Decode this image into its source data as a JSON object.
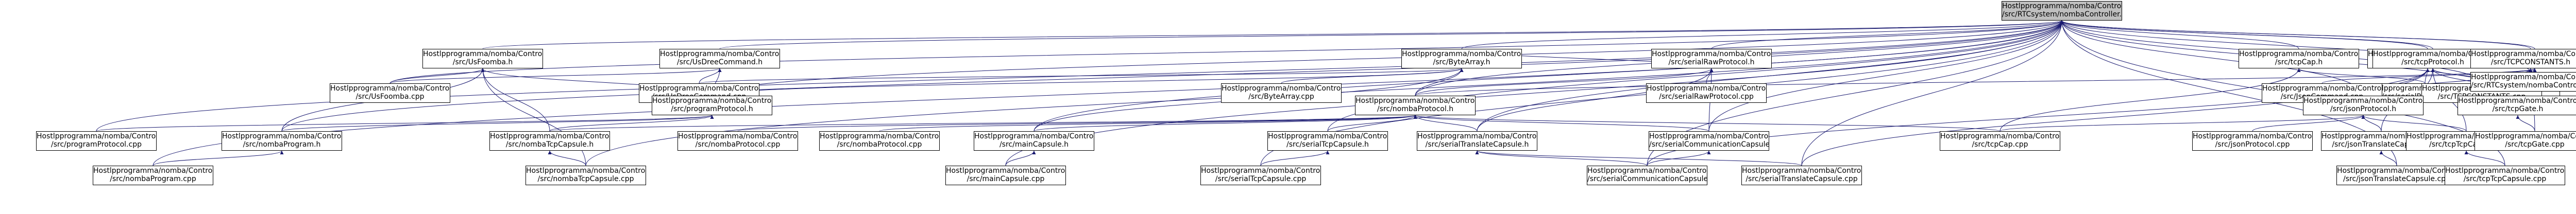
{
  "colors": {
    "edge": "#191970",
    "node_border": "#000000",
    "node_fill": "#ffffff",
    "root_fill": "#bfbfbf"
  },
  "nodes": [
    {
      "id": "root",
      "line1": "Hostlpprogramma/nomba/Controller",
      "line2": "/src/RTCsystem/nombaController.h"
    },
    {
      "id": "usb_h",
      "line1": "Hostlpprogramma/nomba/Controller",
      "line2": "/src/UsFoomba.h"
    },
    {
      "id": "usb_cpp",
      "line1": "Hostlpprogramma/nomba/Controller",
      "line2": "/src/UsFoomba.cpp"
    },
    {
      "id": "uscmd_h",
      "line1": "Hostlpprogramma/nomba/Controller",
      "line2": "/src/UsDreeCommand.h"
    },
    {
      "id": "uscmd_cpp",
      "line1": "Hostlpprogramma/nomba/Controller",
      "line2": "/src/UsDreeCommand.cpp"
    },
    {
      "id": "bytearray_h",
      "line1": "Hostlpprogramma/nomba/Controller",
      "line2": "/src/ByteArray.h"
    },
    {
      "id": "bytearray_cpp",
      "line1": "Hostlpprogramma/nomba/Controller",
      "line2": "/src/ByteArray.cpp"
    },
    {
      "id": "serialraw_h",
      "line1": "Hostlpprogramma/nomba/Controller",
      "line2": "/src/serialRawProtocol.h"
    },
    {
      "id": "serialprop_h",
      "line1": "Hostlpprogramma/nomba/Controller",
      "line2": "/src/serialProperties.h"
    },
    {
      "id": "serialprop_cpp",
      "line1": "Hostlpprogramma/nomba/Controller",
      "line2": "/src/serialProperties.cpp"
    },
    {
      "id": "tcpcap_h",
      "line1": "Hostlpprogramma/nomba/Controller",
      "line2": "/src/tcpCap.h"
    },
    {
      "id": "jsoncmd_h",
      "line1": "Hostlpprogramma/nomba/Controller",
      "line2": "/src/JsonCommand.h"
    },
    {
      "id": "jsoncmd_cpp",
      "line1": "Hostlpprogramma/nomba/Controller",
      "line2": "/src/JsonCommand.cpp"
    },
    {
      "id": "tcpproto_h",
      "line1": "Hostlpprogramma/nomba/Controller",
      "line2": "/src/tcpProtocol.h"
    },
    {
      "id": "tcpproto_cpp",
      "line1": "Hostlpprogramma/nomba/Controller",
      "line2": "/src/tcpProtocol.cpp"
    },
    {
      "id": "tcpconst_h",
      "line1": "Hostlpprogramma/nomba/Controller",
      "line2": "/src/TCPCONSTANTS.h"
    },
    {
      "id": "tcpconst_cpp",
      "line1": "Hostlpprogramma/nomba/Controller",
      "line2": "/src/TCPCONSTANTS.cpp"
    },
    {
      "id": "rtc_cpp",
      "line1": "Hostlpprogramma/nomba/Controller",
      "line2": "/src/RTCsystem/nombaController.cpp"
    },
    {
      "id": "progproto_h",
      "line1": "Hostlpprogramma/nomba/Controller",
      "line2": "/src/programProtocol.h"
    },
    {
      "id": "nombaproto_h",
      "line1": "Hostlpprogramma/nomba/Controller",
      "line2": "/src/nombaProtocol.h"
    },
    {
      "id": "jsonproto_h",
      "line1": "Hostlpprogramma/nomba/Controller",
      "line2": "/src/jsonProtocol.h"
    },
    {
      "id": "tcpgate_h",
      "line1": "Hostlpprogramma/nomba/Controller",
      "line2": "/src/tcpGate.h"
    },
    {
      "id": "progproto_cpp",
      "line1": "Hostlpprogramma/nomba/Controller",
      "line2": "/src/programProtocol.cpp"
    },
    {
      "id": "nombaprog_h",
      "line1": "Hostlpprogramma/nomba/Controller",
      "line2": "/src/nombaProgram.h"
    },
    {
      "id": "nombatcp_h",
      "line1": "Hostlpprogramma/nomba/Controller",
      "line2": "/src/nombaTcpCapsule.h"
    },
    {
      "id": "nombaproto_cpp",
      "line1": "Hostlpprogramma/nomba/Controller",
      "line2": "/src/nombaProtocol.cpp"
    },
    {
      "id": "mainprot_cpp",
      "line1": "Hostlpprogramma/nomba/Controller",
      "line2": "/src/nombaProtocol.cpp"
    },
    {
      "id": "maincap_h",
      "line1": "Hostlpprogramma/nomba/Controller",
      "line2": "/src/mainCapsule.h"
    },
    {
      "id": "serialtcp_h",
      "line1": "Hostlpprogramma/nomba/Controller",
      "line2": "/src/serialTcpCapsule.h"
    },
    {
      "id": "serialtrans_h",
      "line1": "Hostlpprogramma/nomba/Controller",
      "line2": "/src/serialTranslateCapsule.h"
    },
    {
      "id": "serialcomm_h",
      "line1": "Hostlpprogramma/nomba/Controller",
      "line2": "/src/serialCommunicationCapsule.h"
    },
    {
      "id": "serialraw_cpp",
      "line1": "Hostlpprogramma/nomba/Controller",
      "line2": "/src/serialRawProtocol.cpp"
    },
    {
      "id": "tcpcap_cpp",
      "line1": "Hostlpprogramma/nomba/Controller",
      "line2": "/src/tcpCap.cpp"
    },
    {
      "id": "jsonproto_cpp",
      "line1": "Hostlpprogramma/nomba/Controller",
      "line2": "/src/jsonProtocol.cpp"
    },
    {
      "id": "jsontrans_h",
      "line1": "Hostlpprogramma/nomba/Controller",
      "line2": "/src/jsonTranslateCapsule.h"
    },
    {
      "id": "tcptcp_h",
      "line1": "Hostlpprogramma/nomba/Controller",
      "line2": "/src/tcpTcpCapsule.h"
    },
    {
      "id": "tcpgate_cpp",
      "line1": "Hostlpprogramma/nomba/Controller",
      "line2": "/src/tcpGate.cpp"
    },
    {
      "id": "nombaprog_cpp",
      "line1": "Hostlpprogramma/nomba/Controller",
      "line2": "/src/nombaProgram.cpp"
    },
    {
      "id": "nombatcp_cpp",
      "line1": "Hostlpprogramma/nomba/Controller",
      "line2": "/src/nombaTcpCapsule.cpp"
    },
    {
      "id": "maincap_cpp",
      "line1": "Hostlpprogramma/nomba/Controller",
      "line2": "/src/mainCapsule.cpp"
    },
    {
      "id": "serialtcp_cpp",
      "line1": "Hostlpprogramma/nomba/Controller",
      "line2": "/src/serialTcpCapsule.cpp"
    },
    {
      "id": "serialcomm_cpp",
      "line1": "Hostlpprogramma/nomba/Controller",
      "line2": "/src/serialCommunicationCapsule.cpp"
    },
    {
      "id": "serialtrans_cpp",
      "line1": "Hostlpprogramma/nomba/Controller",
      "line2": "/src/serialTranslateCapsule.cpp"
    },
    {
      "id": "jsontrans_cpp",
      "line1": "Hostlpprogramma/nomba/Controller",
      "line2": "/src/jsonTranslateCapsule.cpp"
    },
    {
      "id": "tcptcp_cpp",
      "line1": "Hostlpprogramma/nomba/Controller",
      "line2": "/src/tcpTcpCapsule.cpp"
    }
  ],
  "edges": [
    [
      "usb_h",
      "root"
    ],
    [
      "uscmd_h",
      "root"
    ],
    [
      "bytearray_h",
      "root"
    ],
    [
      "serialraw_h",
      "root"
    ],
    [
      "serialprop_h",
      "root"
    ],
    [
      "tcpcap_h",
      "root"
    ],
    [
      "jsoncmd_h",
      "root"
    ],
    [
      "tcpproto_h",
      "root"
    ],
    [
      "tcpconst_h",
      "root"
    ],
    [
      "rtc_cpp",
      "root"
    ],
    [
      "progproto_h",
      "root"
    ],
    [
      "nombaproto_h",
      "root"
    ],
    [
      "jsonproto_h",
      "root"
    ],
    [
      "tcpgate_h",
      "root"
    ],
    [
      "progproto_cpp",
      "root"
    ],
    [
      "nombaprog_h",
      "root"
    ],
    [
      "maincap_h",
      "root"
    ],
    [
      "serialtcp_h",
      "root"
    ],
    [
      "serialtrans_h",
      "root"
    ],
    [
      "serialcomm_h",
      "root"
    ],
    [
      "nombaprog_cpp",
      "root"
    ],
    [
      "nombatcp_cpp",
      "root"
    ],
    [
      "maincap_cpp",
      "root"
    ],
    [
      "serialtcp_cpp",
      "root"
    ],
    [
      "serialcomm_cpp",
      "root"
    ],
    [
      "serialtrans_cpp",
      "root"
    ],
    [
      "jsontrans_cpp",
      "root"
    ],
    [
      "tcptcp_cpp",
      "root"
    ],
    [
      "tcpconst_cpp",
      "root"
    ],
    [
      "usb_cpp",
      "root"
    ],
    [
      "usb_cpp",
      "usb_h"
    ],
    [
      "progproto_h",
      "usb_h"
    ],
    [
      "nombaprog_h",
      "usb_h"
    ],
    [
      "nombatcp_h",
      "usb_h"
    ],
    [
      "nombatcp_cpp",
      "usb_h"
    ],
    [
      "uscmd_cpp",
      "uscmd_h"
    ],
    [
      "progproto_h",
      "uscmd_h"
    ],
    [
      "usb_cpp",
      "uscmd_h"
    ],
    [
      "bytearray_cpp",
      "bytearray_h"
    ],
    [
      "nombaproto_h",
      "bytearray_h"
    ],
    [
      "serialraw_h",
      "bytearray_h"
    ],
    [
      "progproto_h",
      "bytearray_h"
    ],
    [
      "maincap_h",
      "bytearray_h"
    ],
    [
      "uscmd_cpp",
      "bytearray_h"
    ],
    [
      "serialraw_cpp",
      "serialraw_h"
    ],
    [
      "serialcomm_h",
      "serialraw_h"
    ],
    [
      "serialtrans_h",
      "serialraw_h"
    ],
    [
      "nombaproto_h",
      "serialraw_h"
    ],
    [
      "serialprop_cpp",
      "serialprop_h"
    ],
    [
      "serialcomm_cpp",
      "serialprop_h"
    ],
    [
      "serialtrans_cpp",
      "serialprop_h"
    ],
    [
      "jsonproto_h",
      "serialprop_h"
    ],
    [
      "tcpcap_cpp",
      "tcpcap_h"
    ],
    [
      "serialprop_cpp",
      "tcpcap_h"
    ],
    [
      "jsoncmd_cpp",
      "jsoncmd_h"
    ],
    [
      "jsonproto_h",
      "jsoncmd_h"
    ],
    [
      "nombaproto_h",
      "jsoncmd_h"
    ],
    [
      "tcpproto_cpp",
      "tcpproto_h"
    ],
    [
      "jsontrans_h",
      "tcpproto_h"
    ],
    [
      "tcptcp_h",
      "tcpproto_h"
    ],
    [
      "tcpgate_h",
      "tcpproto_h"
    ],
    [
      "tcpgate_h",
      "tcpconst_h"
    ],
    [
      "tcpconst_cpp",
      "tcpconst_h"
    ],
    [
      "tcpproto_cpp",
      "tcpconst_h"
    ],
    [
      "tcpgate_cpp",
      "tcpconst_h"
    ],
    [
      "progproto_cpp",
      "progproto_h"
    ],
    [
      "nombaprog_h",
      "progproto_h"
    ],
    [
      "nombatcp_h",
      "progproto_h"
    ],
    [
      "nombaproto_cpp",
      "nombaproto_h"
    ],
    [
      "mainprot_cpp",
      "nombaproto_h"
    ],
    [
      "maincap_h",
      "nombaproto_h"
    ],
    [
      "serialtcp_h",
      "nombaproto_h"
    ],
    [
      "serialtrans_h",
      "nombaproto_h"
    ],
    [
      "serialcomm_h",
      "nombaproto_h"
    ],
    [
      "tcpcap_cpp",
      "nombaproto_h"
    ],
    [
      "nombatcp_h",
      "nombaproto_h"
    ],
    [
      "jsonproto_cpp",
      "jsonproto_h"
    ],
    [
      "jsontrans_h",
      "jsonproto_h"
    ],
    [
      "tcptcp_h",
      "jsonproto_h"
    ],
    [
      "tcpcap_cpp",
      "jsonproto_h"
    ],
    [
      "tcpgate_cpp",
      "tcpgate_h"
    ],
    [
      "nombaprog_cpp",
      "nombaprog_h"
    ],
    [
      "nombatcp_cpp",
      "nombatcp_h"
    ],
    [
      "maincap_cpp",
      "maincap_h"
    ],
    [
      "serialtcp_cpp",
      "serialtcp_h"
    ],
    [
      "serialcomm_cpp",
      "serialcomm_h"
    ],
    [
      "serialtrans_cpp",
      "serialtrans_h"
    ],
    [
      "jsontrans_cpp",
      "jsontrans_h"
    ],
    [
      "tcptcp_cpp",
      "tcptcp_h"
    ],
    [
      "serialcomm_cpp",
      "serialtrans_h"
    ]
  ]
}
